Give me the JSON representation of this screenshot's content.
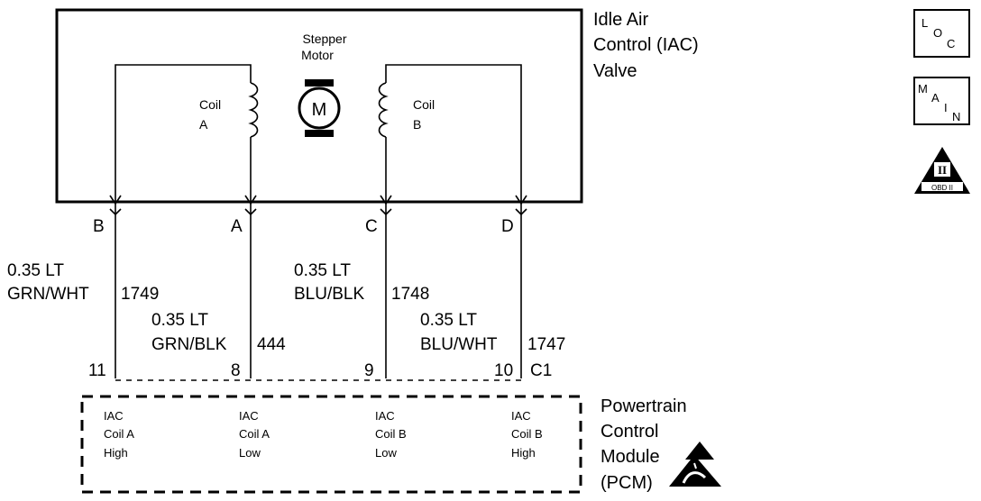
{
  "component": {
    "title_lines": [
      "Idle Air",
      "Control (IAC)",
      "Valve"
    ],
    "motor_label_lines": [
      "Stepper",
      "Motor"
    ],
    "motor_symbol": "M",
    "coil_a_lines": [
      "Coil",
      "A"
    ],
    "coil_b_lines": [
      "Coil",
      "B"
    ]
  },
  "connector_pins": [
    "B",
    "A",
    "C",
    "D"
  ],
  "wires": [
    {
      "gauge": "0.35 LT",
      "color": "GRN/WHT",
      "circuit": "1749"
    },
    {
      "gauge": "0.35 LT",
      "color": "GRN/BLK",
      "circuit": "444"
    },
    {
      "gauge": "0.35 LT",
      "color": "BLU/BLK",
      "circuit": "1748"
    },
    {
      "gauge": "0.35 LT",
      "color": "BLU/WHT",
      "circuit": "1747"
    }
  ],
  "pcm_pins": [
    "11",
    "8",
    "9",
    "10"
  ],
  "pcm_connector": "C1",
  "pcm": {
    "title_lines": [
      "Powertrain",
      "Control",
      "Module",
      "(PCM)"
    ],
    "circuits": [
      [
        "IAC",
        "Coil A",
        "High"
      ],
      [
        "IAC",
        "Coil A",
        "Low"
      ],
      [
        "IAC",
        "Coil B",
        "Low"
      ],
      [
        "IAC",
        "Coil B",
        "High"
      ]
    ]
  },
  "badges": {
    "loc": [
      "L",
      "O",
      "C"
    ],
    "main": [
      "M",
      "A",
      "I",
      "N"
    ],
    "obd": [
      "II",
      "OBD II"
    ]
  },
  "icons": [
    "esd-warning-icon",
    "stepper-motor-icon",
    "obd-ii-icon"
  ]
}
